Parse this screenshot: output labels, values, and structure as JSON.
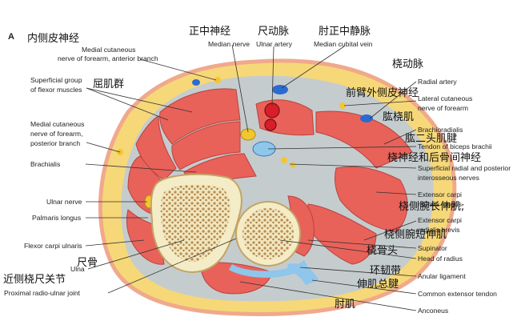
{
  "panel_label": "A",
  "colors": {
    "muscle": "#e8625a",
    "fat": "#f6d878",
    "skin": "#f2a98e",
    "fascia": "#c9d0d2",
    "bone_cortex": "#f4ecc6",
    "bone_marrow": "#c8a46c",
    "artery": "#d81e2a",
    "vein": "#2a6bd1",
    "nerve": "#f3c630",
    "tendon": "#8ec6ec"
  },
  "labels_en": {
    "med_cut_ant": [
      "Medial cutaneous",
      "nerve of forearm, anterior branch"
    ],
    "median_nerve": "Median nerve",
    "ulnar_artery": "Ulnar artery",
    "median_cubital_vein": "Median cubital vein",
    "radial_artery": "Radial artery",
    "lat_cut": [
      "Lateral cutaneous",
      "nerve of forearm"
    ],
    "superficial_flexors": [
      "Superficial group",
      "of flexor muscles"
    ],
    "med_cut_post": [
      "Medial cutaneous",
      "nerve of forearm,",
      "posterior branch"
    ],
    "brachialis": "Brachialis",
    "brachioradialis": "Brachioradialis",
    "biceps_tendon": "Tendon of biceps brachii",
    "sup_radial": [
      "Superficial radial and posterior",
      "interosseous nerves"
    ],
    "ecrl": [
      "Extensor carpi",
      "radialis longus"
    ],
    "ecrb": [
      "Extensor carpi",
      "radialis brevis"
    ],
    "ulnar_nerve": "Ulnar nerve",
    "palmaris_longus": "Palmaris longus",
    "fcu": "Flexor carpi ulnaris",
    "supinator": "Supinator",
    "head_radius": "Head of radius",
    "annular": "Anular ligament",
    "ulna": "Ulna",
    "prox_ru_joint": "Proximal radio-ulnar joint",
    "common_ext": "Common extensor tendon",
    "anconeus": "Anconeus"
  },
  "labels_zh": {
    "med_cut": "内侧皮神经",
    "median_nerve": "正中神经",
    "ulnar_artery": "尺动脉",
    "median_cubital_vein": "肘正中静脉",
    "radial_artery": "桡动脉",
    "lat_cut": "前臂外侧皮神经",
    "flexor_group": "屈肌群",
    "brachioradialis": "肱桡肌",
    "biceps_tendon": "肱二头肌腱",
    "radial_interosseous": "桡神经和后骨间神经",
    "ecrl": "桡侧腕长伸肌;",
    "ecrb": "桡侧腕短伸肌",
    "head_radius": "桡骨头",
    "annular": "环韧带",
    "ulna": "尺骨",
    "prox_ru_joint": "近侧桡尺关节",
    "common_ext": "伸肌总腱",
    "anconeus": "肘肌"
  }
}
